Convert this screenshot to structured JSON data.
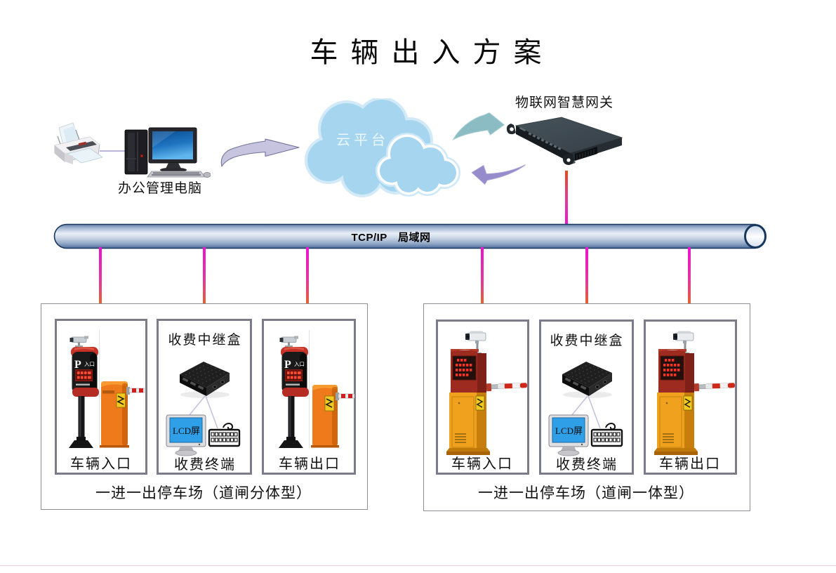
{
  "title": "车辆出入方案",
  "office": {
    "label": "办公管理电脑"
  },
  "cloud": {
    "label": "云平台"
  },
  "gateway": {
    "label": "物联网智慧网关"
  },
  "backbone": {
    "label": "TCP/IP　局域网"
  },
  "colors": {
    "cloud_blue": "#a5d5ef",
    "pipe_outline": "#17375e",
    "line_magenta": "#ee12d0",
    "line_orange": "#e05f10",
    "arrow_lavender": "#c6c4df",
    "arrow_teal": "#8cbcc3",
    "arrow_purple": "#968bcb",
    "barrier_orange": "#ee7a1c",
    "cabinet_orange": "#f0a11d",
    "sign_red": "#c53127",
    "inner_border_gray": "#7b7b89"
  },
  "groups": [
    {
      "caption": "一进一出停车场（道闸分体型）",
      "entrance": {
        "label": "车辆入口",
        "sign_p": "P",
        "sign_text": "入口"
      },
      "terminal": {
        "top_label": "收费中继盒",
        "bottom_label": "收费终端",
        "screen_label": "LCD屏"
      },
      "exit": {
        "label": "车辆出口",
        "sign_p": "P",
        "sign_text": "入口"
      }
    },
    {
      "caption": "一进一出停车场（道闸一体型）",
      "entrance": {
        "label": "车辆入口"
      },
      "terminal": {
        "top_label": "收费中继盒",
        "bottom_label": "收费终端",
        "screen_label": "LCD屏"
      },
      "exit": {
        "label": "车辆出口"
      }
    }
  ]
}
